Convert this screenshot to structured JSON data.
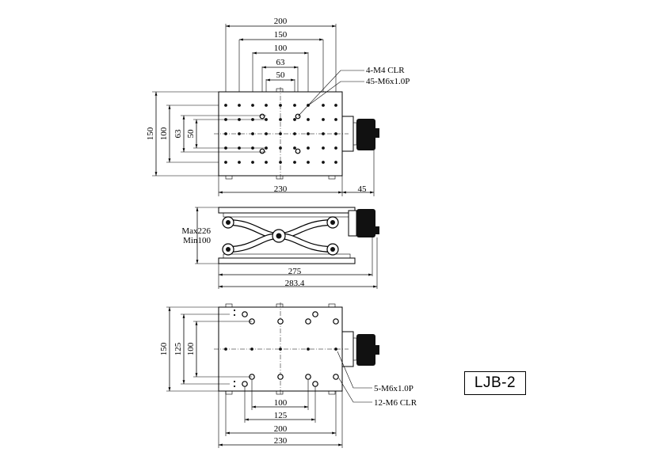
{
  "model": "LJB-2",
  "top_view": {
    "width_dims": [
      "200",
      "150",
      "100",
      "63",
      "50"
    ],
    "height_dims": [
      "150",
      "100",
      "63",
      "50"
    ],
    "bottom_dims": [
      "230",
      "45"
    ],
    "callouts": [
      "4-M4 CLR",
      "45-M6x1.0P"
    ]
  },
  "side_view": {
    "height_max": "Max226",
    "height_min": "Min100",
    "length_dims": [
      "275",
      "283.4"
    ]
  },
  "bottom_view": {
    "height_dims": [
      "150",
      "125",
      "100"
    ],
    "width_dims": [
      "100",
      "125",
      "200",
      "230"
    ],
    "callouts": [
      "5-M6x1.0P",
      "12-M6 CLR"
    ]
  }
}
